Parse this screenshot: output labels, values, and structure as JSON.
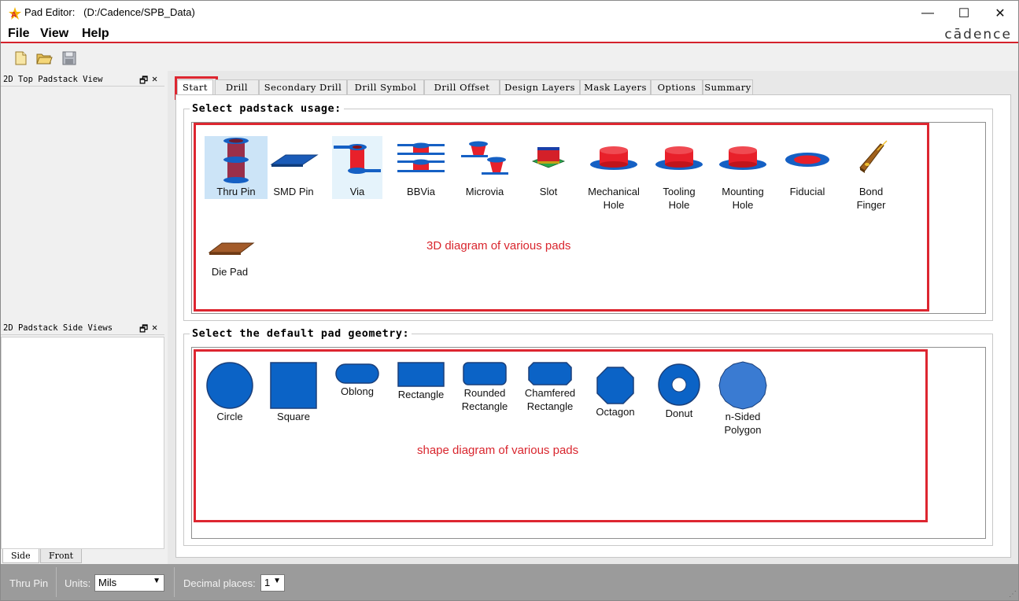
{
  "window": {
    "title": "Pad Editor:   (D:/Cadence/SPB_Data)",
    "minimize": "—",
    "maximize": "☐",
    "close": "✕"
  },
  "menu": {
    "items": [
      "File",
      "View",
      "Help"
    ],
    "brand": "cādence"
  },
  "toolbar": {
    "icons": [
      "new-file-icon",
      "open-folder-icon",
      "save-icon"
    ]
  },
  "left_panes": {
    "top_title": "2D Top Padstack View",
    "side_title": "2D Padstack Side Views",
    "restore": "🗗",
    "close": "✕",
    "tabs": [
      "Side",
      "Front"
    ]
  },
  "tabs": [
    "Start",
    "Drill",
    "Secondary Drill",
    "Drill Symbol",
    "Drill Offset",
    "Design Layers",
    "Mask Layers",
    "Options",
    "Summary"
  ],
  "usage": {
    "title": "Select padstack usage:",
    "annotation": "3D diagram of various pads",
    "items": [
      {
        "label": "Thru Pin"
      },
      {
        "label": "SMD Pin"
      },
      {
        "label": "Via"
      },
      {
        "label": "BBVia"
      },
      {
        "label": "Microvia"
      },
      {
        "label": "Slot"
      },
      {
        "label": "Mechanical\nHole"
      },
      {
        "label": "Tooling\nHole"
      },
      {
        "label": "Mounting\nHole"
      },
      {
        "label": "Fiducial"
      },
      {
        "label": "Bond\nFinger"
      },
      {
        "label": "Die Pad"
      }
    ]
  },
  "geometry": {
    "title": "Select the default pad geometry:",
    "annotation": "shape diagram of various pads",
    "items": [
      {
        "label": "Circle"
      },
      {
        "label": "Square"
      },
      {
        "label": "Oblong"
      },
      {
        "label": "Rectangle"
      },
      {
        "label": "Rounded\nRectangle"
      },
      {
        "label": "Chamfered\nRectangle"
      },
      {
        "label": "Octagon"
      },
      {
        "label": "Donut"
      },
      {
        "label": "n-Sided\nPolygon"
      }
    ]
  },
  "status": {
    "mode": "Thru Pin",
    "units_label": "Units:",
    "units_value": "Mils",
    "decimal_label": "Decimal places:",
    "decimal_value": "1"
  },
  "colors": {
    "accent": "#dd2630",
    "pad_blue": "#0b63c6",
    "drill_red": "#e8202a"
  }
}
